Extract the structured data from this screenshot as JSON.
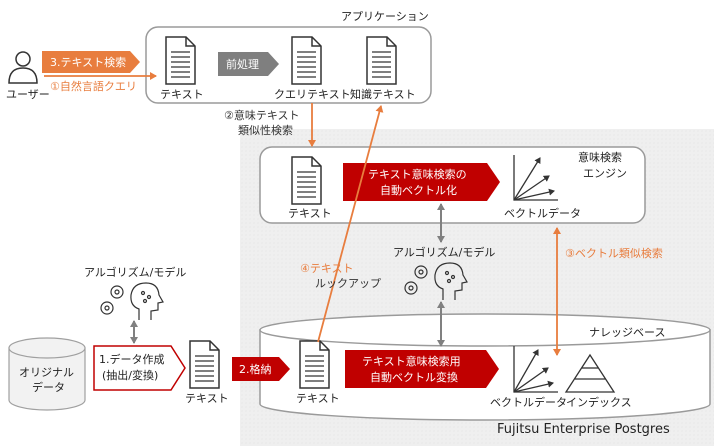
{
  "colors": {
    "orange": "#e87d3e",
    "red": "#c00000",
    "gray_arrow": "#808080",
    "panel_bg": "#efefef",
    "box_border": "#9a9a9a"
  },
  "user": {
    "label": "ユーザー",
    "icon": "user-icon"
  },
  "application": {
    "title": "アプリケーション",
    "doc_text": "テキスト",
    "preprocess": "前処理",
    "query_text": "クエリテキスト",
    "knowledge_text": "知識テキスト"
  },
  "steps": {
    "text_search": "3.テキスト検索",
    "natural_query": "①自然言語クエリ",
    "semantic_similarity": [
      "②意味テキスト",
      "類似性検索"
    ],
    "vector_similarity": "③ベクトル類似検索",
    "text_lookup": [
      "④テキスト",
      "ルックアップ"
    ],
    "store": "2.格納",
    "data_creation": [
      "1.データ作成",
      "(抽出/変換)"
    ]
  },
  "engine": {
    "title": [
      "意味検索",
      "エンジン"
    ],
    "doc_text": "テキスト",
    "auto_vectorize": [
      "テキスト意味検索の",
      "自動ベクトル化"
    ],
    "vector_data": "ベクトルデータ"
  },
  "algorithm_model": "アルゴリズム/モデル",
  "original_data": [
    "オリジナル",
    "データ"
  ],
  "loose_text": "テキスト",
  "knowledge_base": {
    "title": "ナレッジベース",
    "doc_text": "テキスト",
    "auto_vector_convert": [
      "テキスト意味検索用",
      "自動ベクトル変換"
    ],
    "vector_data": "ベクトルデータ",
    "index": "インデックス"
  },
  "product": "Fujitsu Enterprise Postgres"
}
